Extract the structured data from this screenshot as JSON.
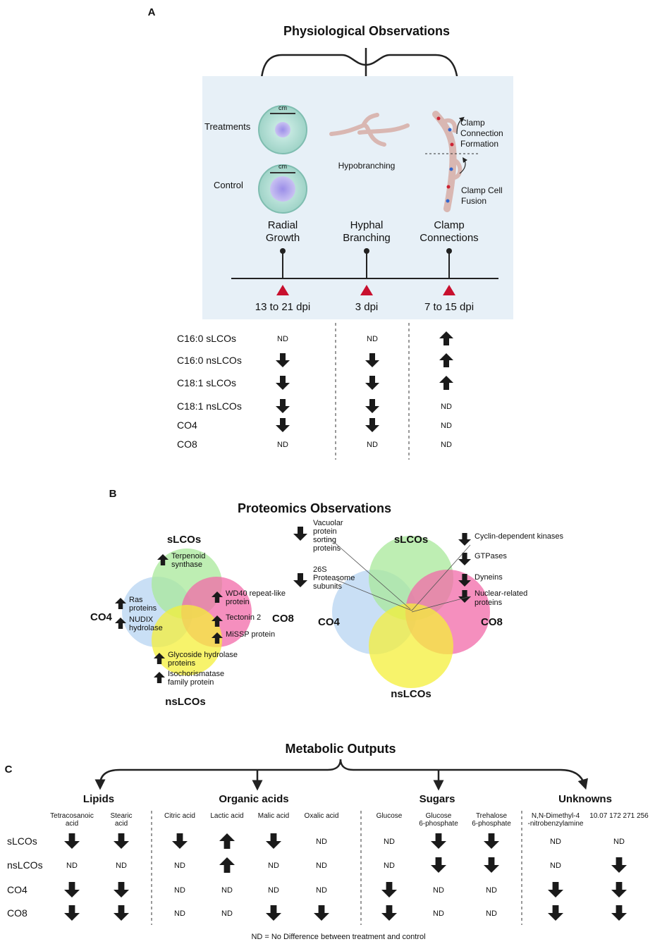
{
  "panelA": {
    "letter": "A",
    "title": "Physiological Observations",
    "title_color": "#2ab56f",
    "box_color": "#e7f0f7",
    "treatments_label": "Treatments",
    "control_label": "Control",
    "cm_label": "cm",
    "hypobranching_label": "Hypobranching",
    "clamp_formation_label": [
      "Clamp",
      "Connection",
      "Formation"
    ],
    "clamp_fusion_label": [
      "Clamp Cell",
      "Fusion"
    ],
    "columns": [
      {
        "heading": [
          "Radial",
          "Growth"
        ],
        "dpi": "13 to 21 dpi"
      },
      {
        "heading": [
          "Hyphal",
          "Branching"
        ],
        "dpi": "3 dpi"
      },
      {
        "heading": [
          "Clamp",
          "Connections"
        ],
        "dpi": "7 to 15 dpi"
      }
    ],
    "rows": [
      {
        "label": "C16:0 sLCOs",
        "values": [
          "ND",
          "ND",
          "up"
        ]
      },
      {
        "label": "C16:0 nsLCOs",
        "values": [
          "down",
          "down",
          "up"
        ]
      },
      {
        "label": "C18:1 sLCOs",
        "values": [
          "down",
          "down",
          "up"
        ]
      },
      {
        "label": "C18:1 nsLCOs",
        "values": [
          "down",
          "down",
          "ND"
        ]
      },
      {
        "label": "CO4",
        "values": [
          "down",
          "down",
          "ND"
        ]
      },
      {
        "label": "CO8",
        "values": [
          "ND",
          "ND",
          "ND"
        ]
      }
    ]
  },
  "panelB": {
    "letter": "B",
    "title": "Proteomics  Observations",
    "title_color": "#d42a2a",
    "venn_labels": {
      "top": "sLCOs",
      "left": "CO4",
      "right": "CO8",
      "bottom": "nsLCOs"
    },
    "colors": {
      "top": "#a8e89a",
      "left": "#b7d4f2",
      "right": "#f26aa8",
      "bottom": "#f4ef3a",
      "center": "#f6ad42"
    },
    "left_items": [
      {
        "text": [
          "Terpenoid",
          "synthase"
        ],
        "dir": "up"
      },
      {
        "text": [
          "Ras",
          "proteins"
        ],
        "dir": "up"
      },
      {
        "text": [
          "NUDIX",
          "hydrolase"
        ],
        "dir": "up"
      },
      {
        "text": [
          "WD40 repeat-like",
          "protein"
        ],
        "dir": "up"
      },
      {
        "text": [
          "Tectonin 2"
        ],
        "dir": "up"
      },
      {
        "text": [
          "MiSSP protein"
        ],
        "dir": "up"
      },
      {
        "text": [
          "Glycoside hydrolase",
          "proteins"
        ],
        "dir": "up"
      },
      {
        "text": [
          "Isochorismatase",
          "family protein"
        ],
        "dir": "up"
      }
    ],
    "middle_items": [
      {
        "text": [
          "Vacuolar",
          "protein",
          "sorting",
          "proteins"
        ],
        "dir": "down"
      },
      {
        "text": [
          "26S",
          "Proteasome",
          "subunits"
        ],
        "dir": "down"
      }
    ],
    "right_items": [
      {
        "text": [
          "Cyclin-dependent kinases"
        ],
        "dir": "down"
      },
      {
        "text": [
          "GTPases"
        ],
        "dir": "down"
      },
      {
        "text": [
          "Dyneins"
        ],
        "dir": "down"
      },
      {
        "text": [
          "Nuclear-related",
          "proteins"
        ],
        "dir": "down"
      }
    ]
  },
  "panelC": {
    "letter": "C",
    "title": "Metabolic Outputs",
    "title_color": "#4a4a9a",
    "groups": [
      "Lipids",
      "Organic acids",
      "Sugars",
      "Unknowns"
    ],
    "columns": [
      [
        "Tetracosanoic",
        "acid"
      ],
      [
        "Stearic",
        "acid"
      ],
      [
        "Citric acid"
      ],
      [
        "Lactic acid"
      ],
      [
        "Malic acid"
      ],
      [
        "Oxalic acid"
      ],
      [
        "Glucose"
      ],
      [
        "Glucose",
        "6-phosphate"
      ],
      [
        "Trehalose",
        "6-phosphate"
      ],
      [
        "N,N-Dimethyl-4",
        "-nitrobenzylamine"
      ],
      [
        "10.07 172 271 256"
      ]
    ],
    "rows": [
      {
        "label": "sLCOs",
        "values": [
          "down",
          "down",
          "down",
          "up",
          "down",
          "ND",
          "ND",
          "down",
          "down",
          "ND",
          "ND"
        ]
      },
      {
        "label": "nsLCOs",
        "values": [
          "ND",
          "ND",
          "ND",
          "up",
          "ND",
          "ND",
          "ND",
          "down",
          "down",
          "ND",
          "down"
        ]
      },
      {
        "label": "CO4",
        "values": [
          "down",
          "down",
          "ND",
          "ND",
          "ND",
          "ND",
          "down",
          "ND",
          "ND",
          "down",
          "down"
        ]
      },
      {
        "label": "CO8",
        "values": [
          "down",
          "down",
          "ND",
          "ND",
          "down",
          "down",
          "down",
          "ND",
          "ND",
          "down",
          "down"
        ]
      }
    ],
    "footnote": "ND = No Difference between treatment and control"
  }
}
